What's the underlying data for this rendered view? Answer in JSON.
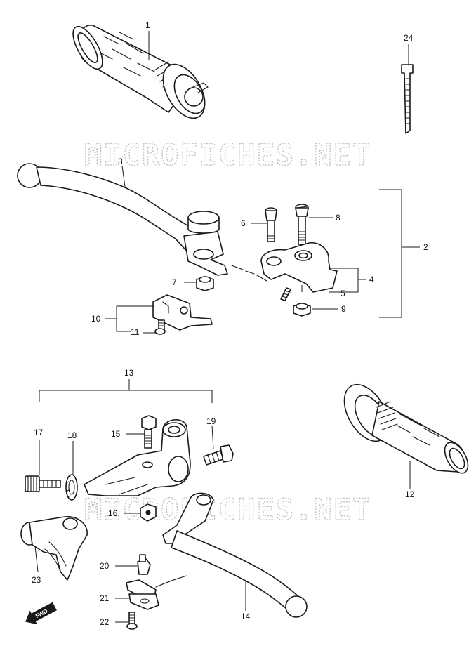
{
  "watermark": "MICROFICHES.NET",
  "fwd_label": "FWD",
  "labels": {
    "p1": "1",
    "p2": "2",
    "p3": "3",
    "p4": "4",
    "p5": "5",
    "p6": "6",
    "p7": "7",
    "p8": "8",
    "p9": "9",
    "p10": "10",
    "p11": "11",
    "p12": "12",
    "p13": "13",
    "p14": "14",
    "p15": "15",
    "p16": "16",
    "p17": "17",
    "p18": "18",
    "p19": "19",
    "p20": "20",
    "p21": "21",
    "p22": "22",
    "p23": "23",
    "p24": "24"
  }
}
